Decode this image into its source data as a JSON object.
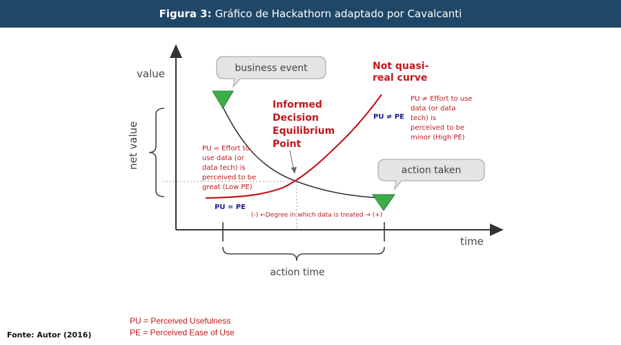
{
  "header": {
    "label": "Figura 3:",
    "title": "Gráfico de Hackathorn adaptado por Cavalcanti"
  },
  "diagram": {
    "axis_value": "value",
    "axis_time": "time",
    "net_value": "net value",
    "action_time": "action time",
    "business_event": "business event",
    "action_taken": "action taken",
    "not_quasi_line1": "Not quasi-",
    "not_quasi_line2": "real curve",
    "informed_line1": "Informed",
    "informed_line2": "Decision",
    "informed_line3": "Equilibrium",
    "informed_line4": "Point",
    "pu_neq_pe": "PU ≠ PE",
    "pu_eq_pe": "PU = PE",
    "left_note": [
      "PU = Effort to",
      "use data  (or",
      "data tech) is",
      "perceived to be",
      "great  (Low PE)"
    ],
    "right_note": [
      "PU ≠ Effort to use",
      "data (or data",
      "tech) is",
      "perceived to be",
      "minor (High PE)"
    ],
    "degree": "(-) ←Degree in which data is treated → (+)"
  },
  "legend": {
    "pu": "PU = Perceived Usefulness",
    "pe": "PE = Perceived Ease of Use"
  },
  "source": "Fonte: Autor (2016)",
  "colors": {
    "header_bg": "#1f4767",
    "red": "#c0171c",
    "blue": "#1a1a9a",
    "green": "#3cae49",
    "callout_fill": "#e3e4e6",
    "axis": "#333333"
  }
}
